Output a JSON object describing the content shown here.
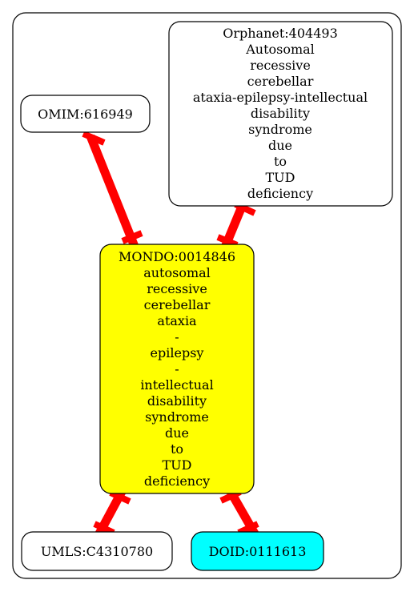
{
  "colors": {
    "edge": "#ff0000",
    "focus_fill": "#ffff00",
    "doid_fill": "#00ffff",
    "default_fill": "#ffffff",
    "stroke": "#000000"
  },
  "nodes": {
    "omim": {
      "lines": [
        "OMIM:616949"
      ]
    },
    "orphanet": {
      "lines": [
        "Orphanet:404493",
        "Autosomal",
        "recessive",
        "cerebellar",
        "ataxia-epilepsy-intellectual",
        "disability",
        "syndrome",
        "due",
        "to",
        "TUD",
        "deficiency"
      ]
    },
    "mondo": {
      "lines": [
        "MONDO:0014846",
        "autosomal",
        "recessive",
        "cerebellar",
        "ataxia",
        "-",
        "epilepsy",
        "-",
        "intellectual",
        "disability",
        "syndrome",
        "due",
        "to",
        "TUD",
        "deficiency"
      ]
    },
    "umls": {
      "lines": [
        "UMLS:C4310780"
      ]
    },
    "doid": {
      "lines": [
        "DOID:0111613"
      ]
    }
  },
  "edges": [
    {
      "from": "omim",
      "to": "mondo"
    },
    {
      "from": "orphanet",
      "to": "mondo"
    },
    {
      "from": "mondo",
      "to": "umls"
    },
    {
      "from": "mondo",
      "to": "doid"
    }
  ]
}
